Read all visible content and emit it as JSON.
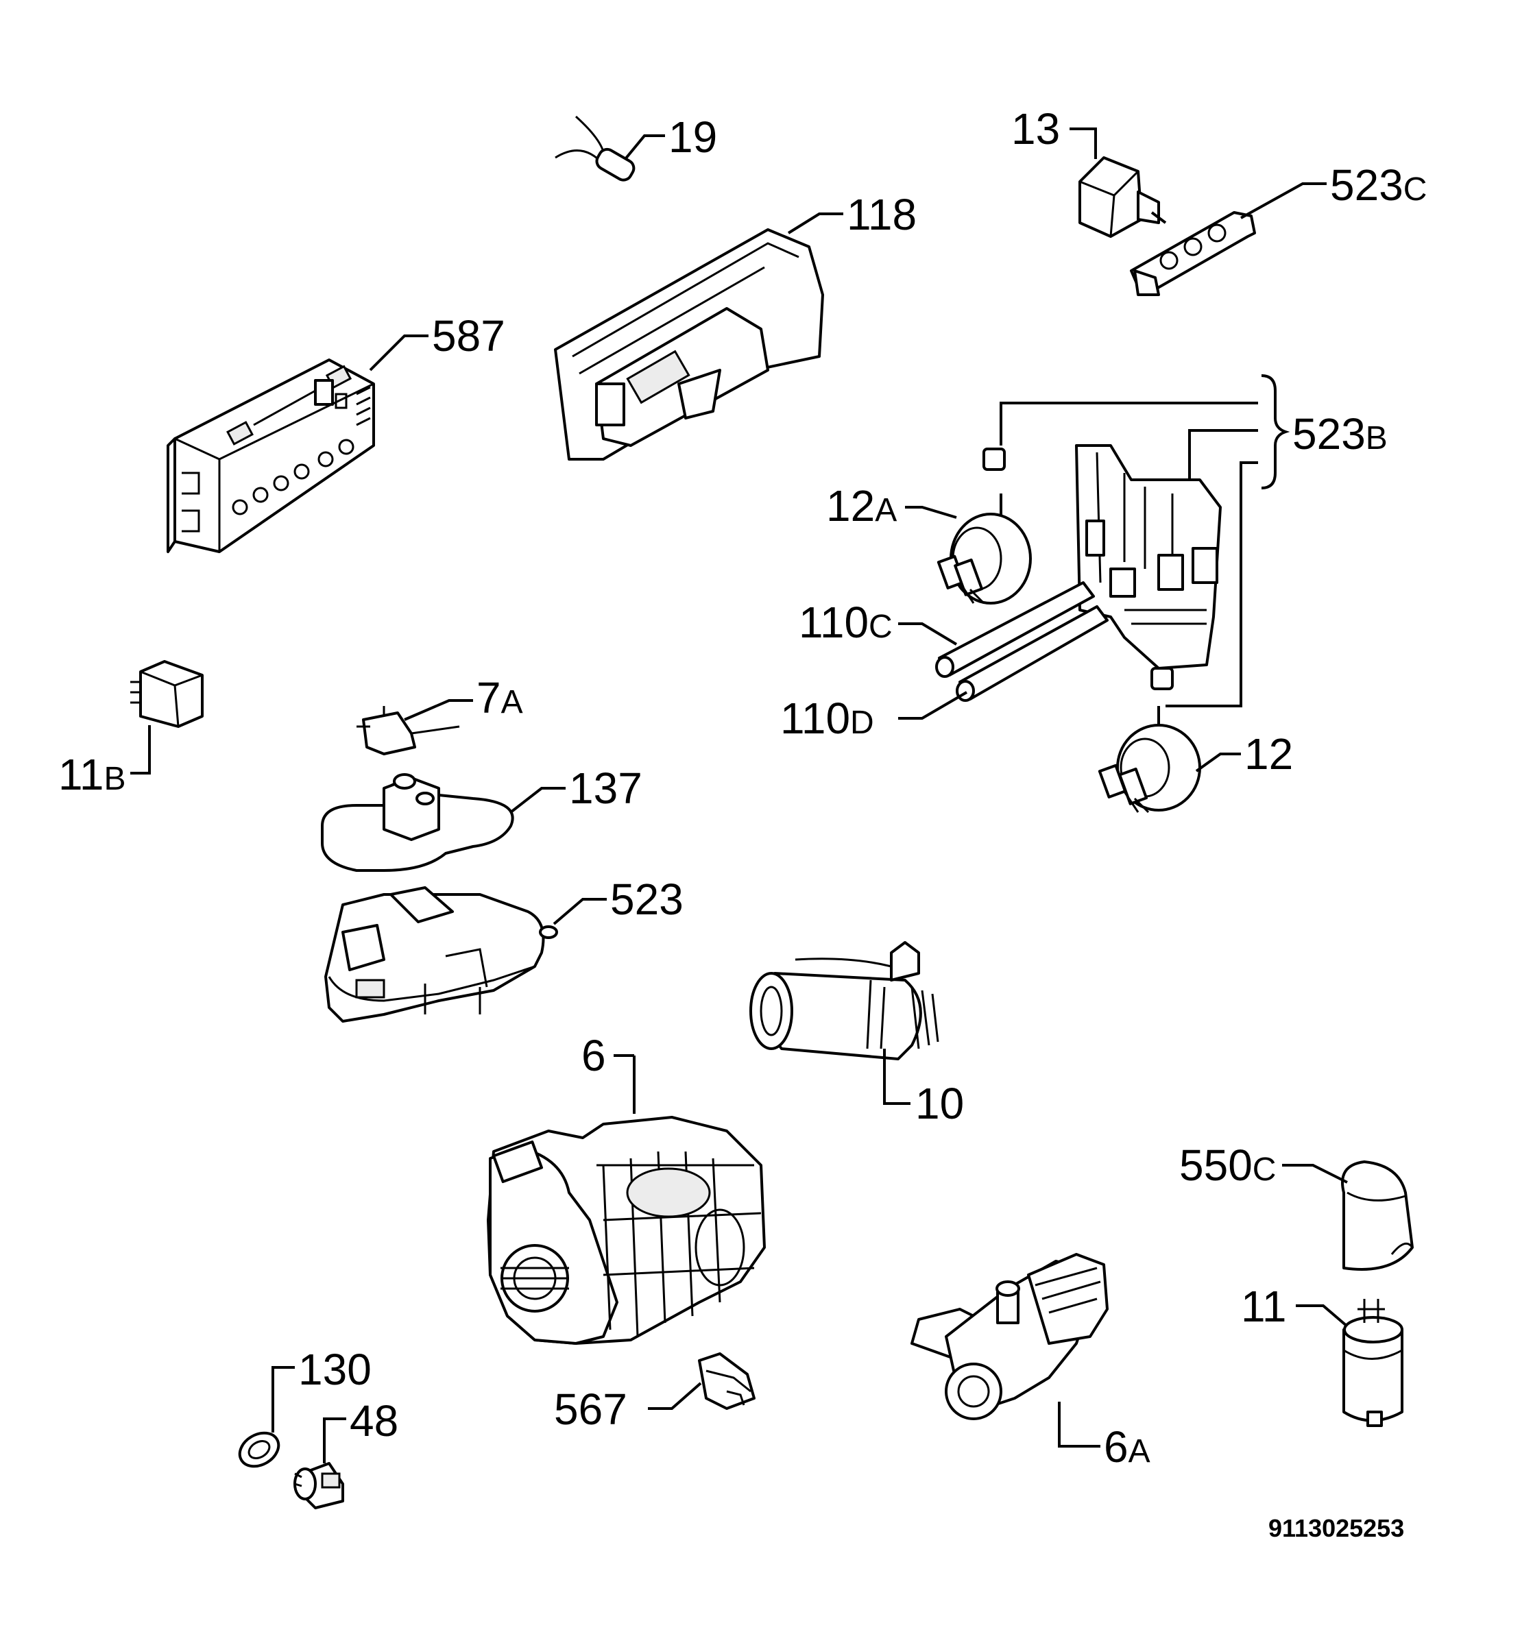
{
  "document_number": "9113025253",
  "labels": {
    "p19": {
      "main": "19",
      "suffix": ""
    },
    "p118": {
      "main": "118",
      "suffix": ""
    },
    "p13": {
      "main": "13",
      "suffix": ""
    },
    "p523c": {
      "main": "523",
      "suffix": "C"
    },
    "p587": {
      "main": "587",
      "suffix": ""
    },
    "p523b": {
      "main": "523",
      "suffix": "B"
    },
    "p12a": {
      "main": "12",
      "suffix": "A"
    },
    "p110c": {
      "main": "110",
      "suffix": "C"
    },
    "p110d": {
      "main": "110",
      "suffix": "D"
    },
    "p12": {
      "main": "12",
      "suffix": ""
    },
    "p7a": {
      "main": "7",
      "suffix": "A"
    },
    "p11b": {
      "main": "11",
      "suffix": "B"
    },
    "p137": {
      "main": "137",
      "suffix": ""
    },
    "p523": {
      "main": "523",
      "suffix": ""
    },
    "p10": {
      "main": "10",
      "suffix": ""
    },
    "p6": {
      "main": "6",
      "suffix": ""
    },
    "p550c": {
      "main": "550",
      "suffix": "C"
    },
    "p11": {
      "main": "11",
      "suffix": ""
    },
    "p130": {
      "main": "130",
      "suffix": ""
    },
    "p48": {
      "main": "48",
      "suffix": ""
    },
    "p567": {
      "main": "567",
      "suffix": ""
    },
    "p6a": {
      "main": "6",
      "suffix": "A"
    }
  }
}
